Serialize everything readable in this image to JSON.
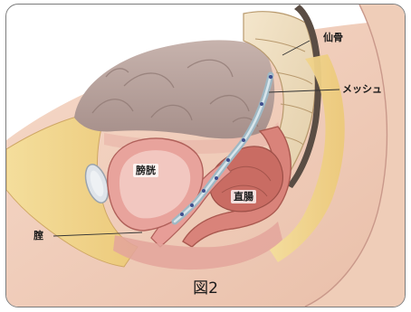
{
  "labels": {
    "sacrum": "仙骨",
    "mesh": "メッシュ",
    "bladder": "膀胱",
    "rectum": "直腸",
    "vagina": "腟"
  },
  "caption": "図2"
}
